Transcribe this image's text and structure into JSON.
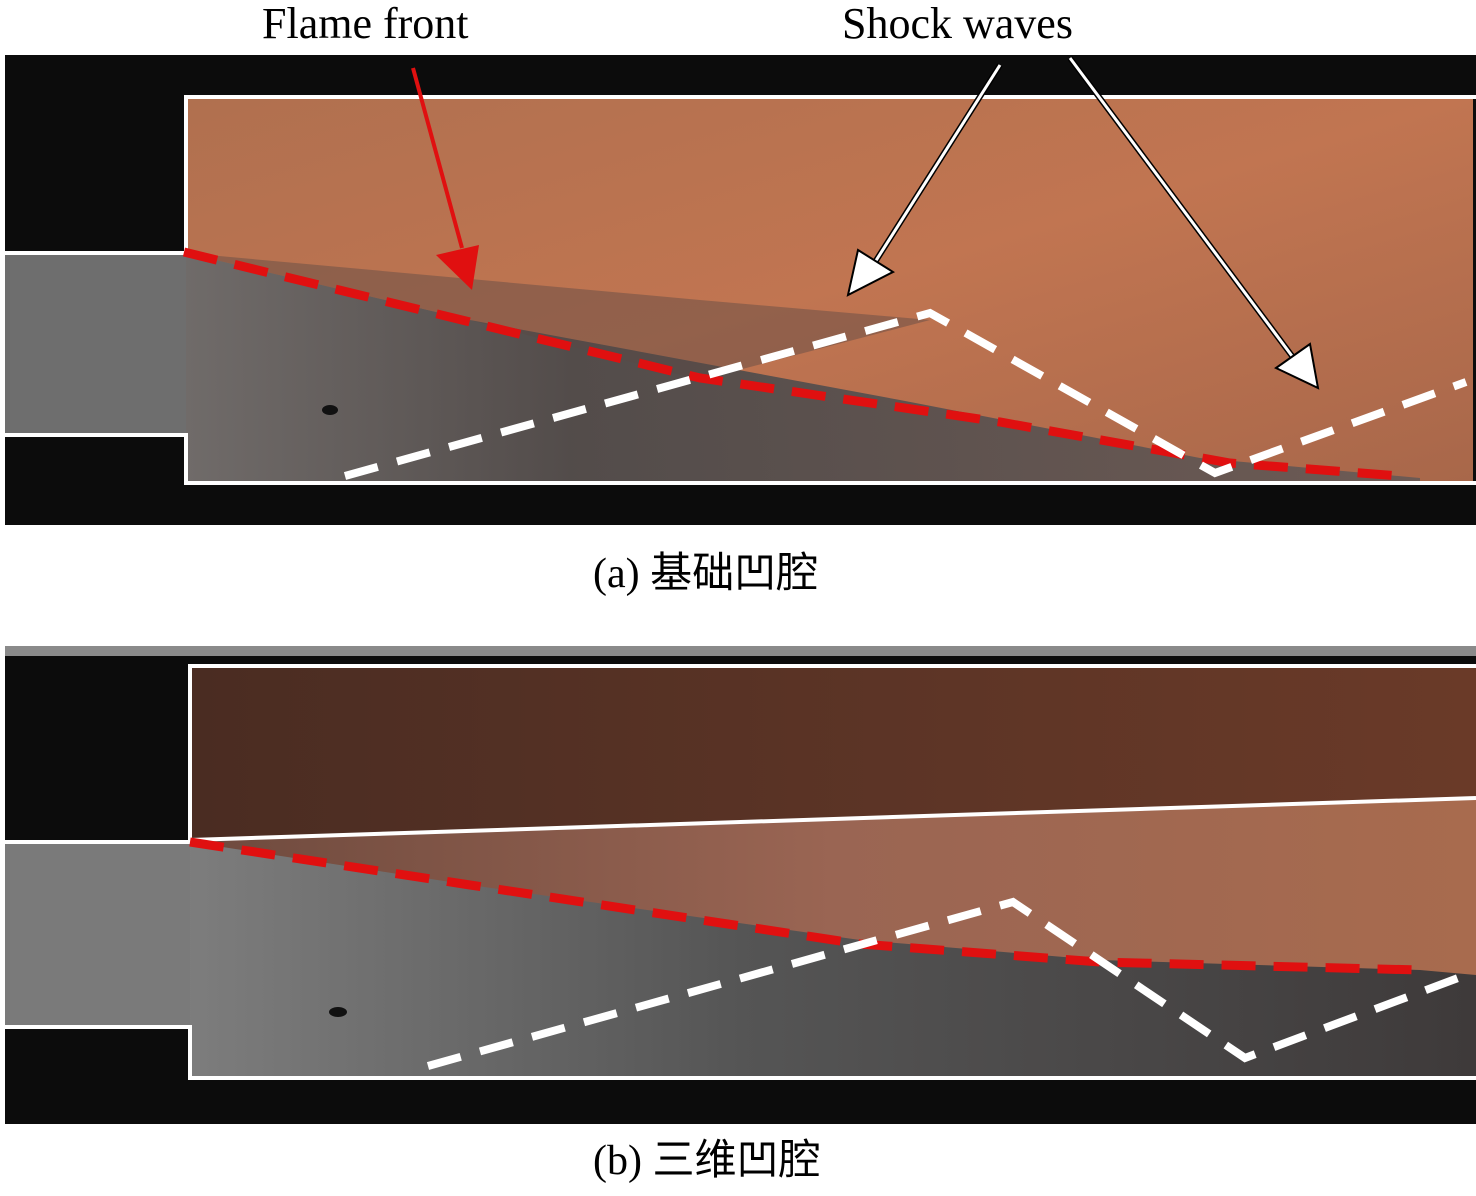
{
  "annotations": {
    "flame_front": "Flame front",
    "shock_waves": "Shock waves"
  },
  "panels": [
    {
      "caption": "(a) 基础凹腔"
    },
    {
      "caption": "(b) 三维凹腔"
    }
  ],
  "colors": {
    "flame_front_line": "#e01010",
    "shock_wave_line": "#ffffff",
    "combustion_region": "#b86a45",
    "cold_region": "#5a5a5a",
    "background": "#0c0c0c"
  }
}
